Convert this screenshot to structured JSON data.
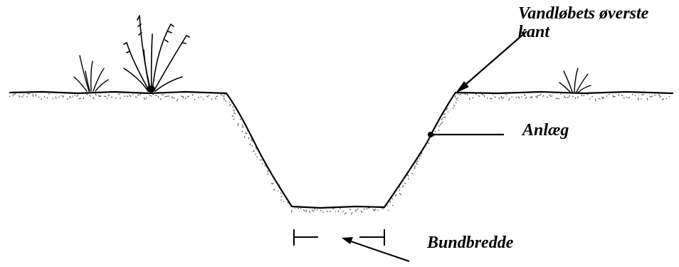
{
  "diagram": {
    "labels": {
      "top_edge_line1": "Vandløbets øverste",
      "top_edge_line2": "kant",
      "slope": "Anlæg",
      "bottom_width": "Bundbredde"
    },
    "colors": {
      "ink": "#000000",
      "texture": "#555555",
      "background": "#ffffff"
    }
  }
}
